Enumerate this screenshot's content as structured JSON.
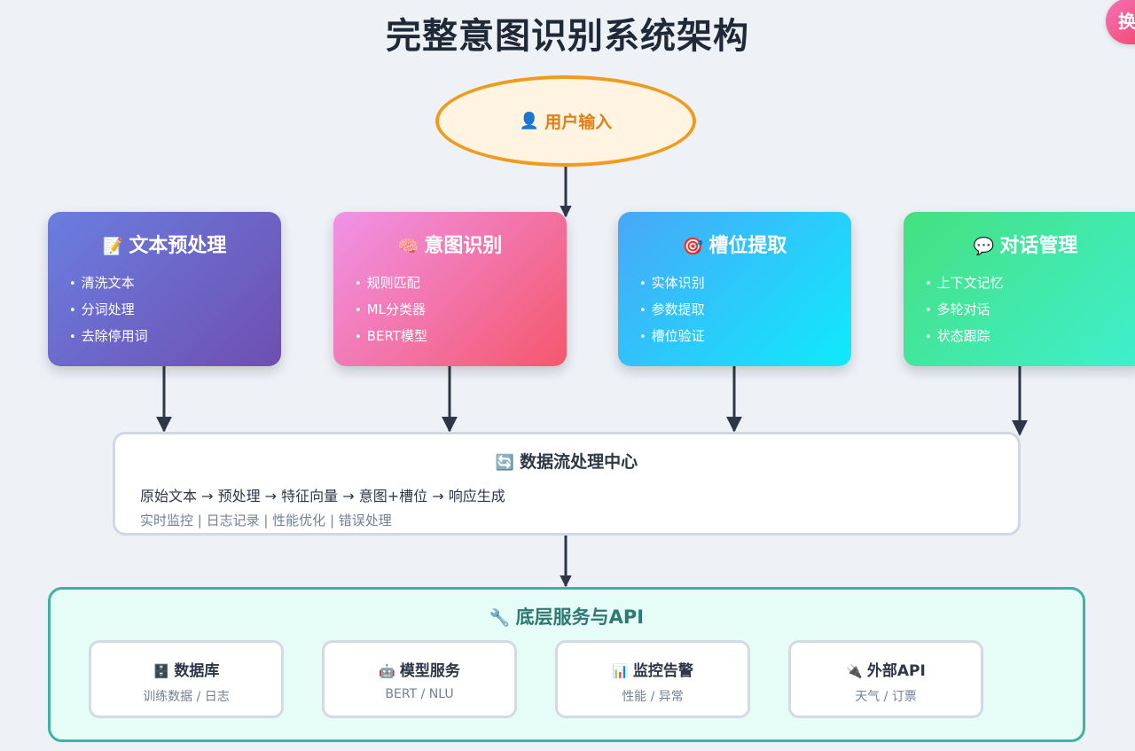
{
  "title": "完整意图识别系统架构",
  "switch_button": "换",
  "user_input": {
    "icon": "person-icon",
    "icon_glyph": "👤",
    "label": "用户输入"
  },
  "modules": [
    {
      "icon": "memo-icon",
      "icon_glyph": "📝",
      "title": "文本预处理",
      "items": [
        "清洗文本",
        "分词处理",
        "去除停用词"
      ]
    },
    {
      "icon": "brain-icon",
      "icon_glyph": "🧠",
      "title": "意图识别",
      "items": [
        "规则匹配",
        "ML分类器",
        "BERT模型"
      ]
    },
    {
      "icon": "target-icon",
      "icon_glyph": "🎯",
      "title": "槽位提取",
      "items": [
        "实体识别",
        "参数提取",
        "槽位验证"
      ]
    },
    {
      "icon": "speech-bubble-icon",
      "icon_glyph": "💬",
      "title": "对话管理",
      "items": [
        "上下文记忆",
        "多轮对话",
        "状态跟踪"
      ]
    }
  ],
  "hub": {
    "icon": "refresh-icon",
    "icon_glyph": "🔄",
    "title": "数据流处理中心",
    "flow": "原始文本 → 预处理 → 特征向量 → 意图+槽位 → 响应生成",
    "sub": "实时监控 | 日志记录 | 性能优化 | 错误处理"
  },
  "base": {
    "icon": "wrench-icon",
    "icon_glyph": "🔧",
    "title": "底层服务与API",
    "services": [
      {
        "icon": "file-cabinet-icon",
        "icon_glyph": "🗄️",
        "title": "数据库",
        "sub": "训练数据 / 日志"
      },
      {
        "icon": "robot-icon",
        "icon_glyph": "🤖",
        "title": "模型服务",
        "sub": "BERT / NLU"
      },
      {
        "icon": "bar-chart-icon",
        "icon_glyph": "📊",
        "title": "监控告警",
        "sub": "性能 / 异常"
      },
      {
        "icon": "plug-icon",
        "icon_glyph": "🔌",
        "title": "外部API",
        "sub": "天气 / 订票"
      }
    ]
  },
  "colors": {
    "arrow": "#2d3748",
    "user_input_border": "#ef9c1e",
    "base_border": "#3fb2a3"
  }
}
